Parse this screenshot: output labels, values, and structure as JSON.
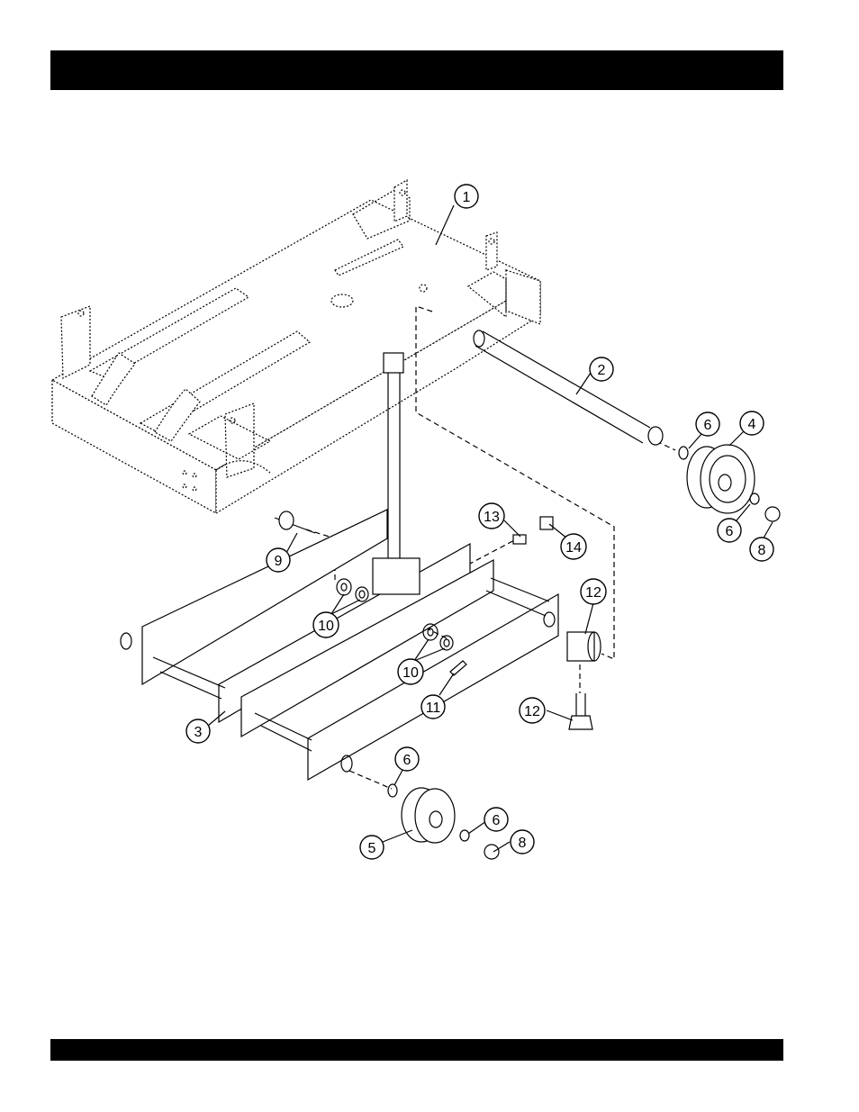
{
  "header": {
    "title": ""
  },
  "footer": {
    "text": ""
  },
  "callouts": [
    {
      "label": "1"
    },
    {
      "label": "2"
    },
    {
      "label": "3"
    },
    {
      "label": "4"
    },
    {
      "label": "5"
    },
    {
      "label": "6"
    },
    {
      "label": "6"
    },
    {
      "label": "6"
    },
    {
      "label": "6"
    },
    {
      "label": "8"
    },
    {
      "label": "8"
    },
    {
      "label": "9"
    },
    {
      "label": "10"
    },
    {
      "label": "10"
    },
    {
      "label": "11"
    },
    {
      "label": "12"
    },
    {
      "label": "12"
    },
    {
      "label": "13"
    },
    {
      "label": "14"
    }
  ]
}
